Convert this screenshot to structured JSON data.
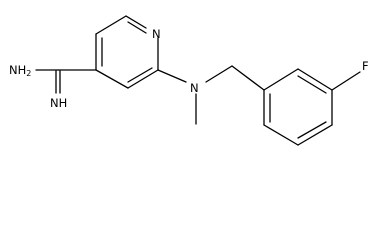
{
  "structure": {
    "atoms": {
      "amine_nh2": "NH2",
      "imine_nh": "NH",
      "pyridine_n": "N",
      "amine_n": "N",
      "fluorine": "F"
    }
  },
  "colors": {
    "bond": "#000000",
    "text": "#000000",
    "background": "#ffffff"
  }
}
